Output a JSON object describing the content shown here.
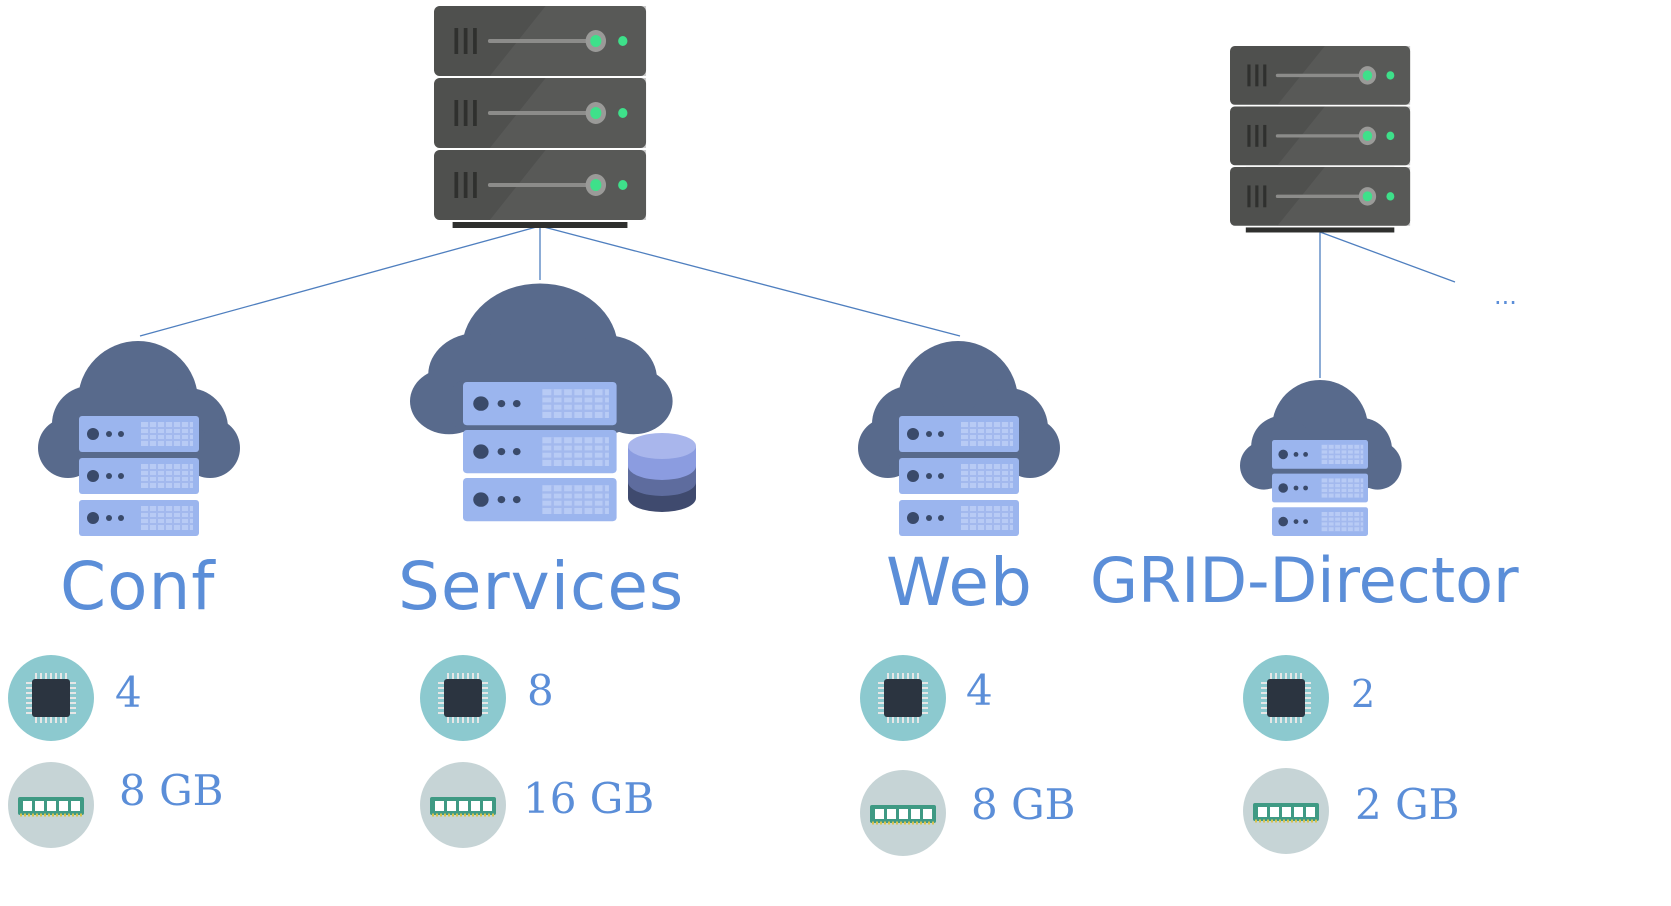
{
  "colors": {
    "accent": "#5b8ed8",
    "line": "#4f7fbf",
    "cloud": "#586a8c",
    "cloud_shadow": "#4d5e7e",
    "rack": "#9bb5ee",
    "rack_dark": "#6f84b5",
    "server": "#4f504e",
    "server_dark": "#2f302e",
    "led": "#3ee08a",
    "chip_bg": "#8cc9cf",
    "ram_bg": "#c6d4d6",
    "ram_stick": "#3f9a84",
    "db_top": "#8b9ce0",
    "db_mid": "#5e6c9e",
    "db_bottom": "#3f4a6e"
  },
  "hubs": [
    {
      "name": "main-hub-server",
      "icon": "server-stack-icon"
    },
    {
      "name": "grid-hub-server",
      "icon": "server-stack-icon"
    }
  ],
  "ellipsis": "...",
  "nodes": [
    {
      "name": "conf",
      "label": "Conf",
      "cpu": "4",
      "ram": "8 GB",
      "cloud_icon": "cloud-server-icon"
    },
    {
      "name": "services",
      "label": "Services",
      "cpu": "8",
      "ram": "16 GB",
      "cloud_icon": "cloud-server-database-icon"
    },
    {
      "name": "web",
      "label": "Web",
      "cpu": "4",
      "ram": "8 GB",
      "cloud_icon": "cloud-server-icon"
    },
    {
      "name": "grid-director",
      "label": "GRID-Director",
      "cpu": "2",
      "ram": "2 GB",
      "cloud_icon": "cloud-server-icon"
    }
  ]
}
